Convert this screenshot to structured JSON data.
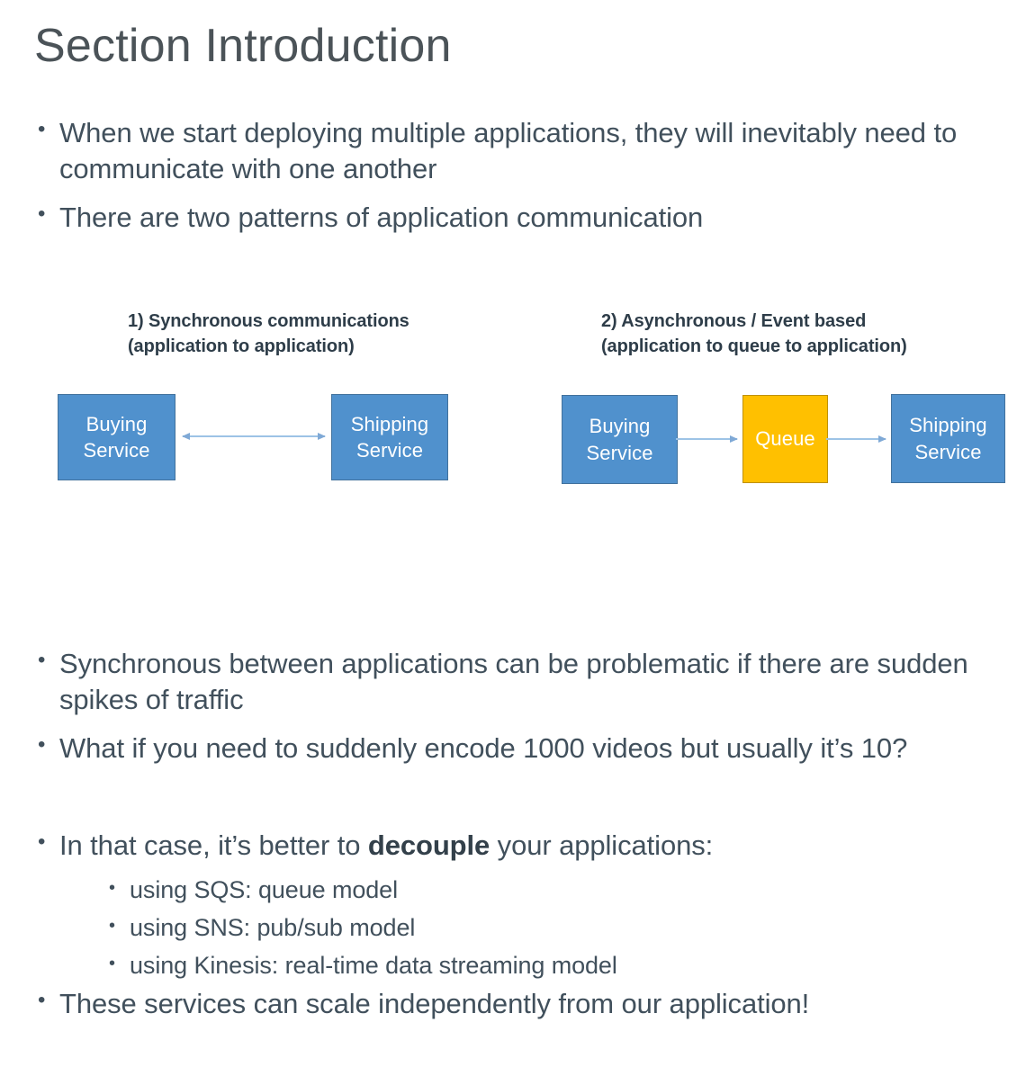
{
  "slide": {
    "title": "Section Introduction"
  },
  "top_bullets": [
    "When we start deploying multiple applications, they will inevitably need to communicate with one another",
    "There are two patterns of application communication"
  ],
  "diagram": {
    "colors": {
      "service_fill": "#5091CD",
      "service_border": "#41719C",
      "queue_fill": "#FFC000",
      "queue_border": "#BF9000",
      "connector": "#9DC3E6",
      "node_text": "#FFFFFF",
      "heading_text": "#2E3D49"
    },
    "panels": [
      {
        "heading_line1": "1) Synchronous communications",
        "heading_line2": "(application to application)",
        "nodes": [
          {
            "label_line1": "Buying",
            "label_line2": "Service",
            "kind": "service"
          },
          {
            "label_line1": "Shipping",
            "label_line2": "Service",
            "kind": "service"
          }
        ],
        "connectors": [
          {
            "from": "Buying Service",
            "to": "Shipping Service",
            "direction": "bidirectional"
          }
        ]
      },
      {
        "heading_line1": "2) Asynchronous / Event based",
        "heading_line2": "(application to queue to application)",
        "nodes": [
          {
            "label_line1": "Buying",
            "label_line2": "Service",
            "kind": "service"
          },
          {
            "label_line1": "Queue",
            "label_line2": "",
            "kind": "queue"
          },
          {
            "label_line1": "Shipping",
            "label_line2": "Service",
            "kind": "service"
          }
        ],
        "connectors": [
          {
            "from": "Buying Service",
            "to": "Queue",
            "direction": "forward"
          },
          {
            "from": "Queue",
            "to": "Shipping Service",
            "direction": "forward"
          }
        ]
      }
    ]
  },
  "mid_bullets": [
    "Synchronous between applications can be problematic if there are sudden spikes of traffic",
    "What if you need to suddenly encode 1000 videos but usually it’s 10?"
  ],
  "decouple_bullet": {
    "text_before": "In that case, it’s better to ",
    "emphasis": "decouple",
    "text_after": " your applications:",
    "sub_bullets": [
      "using SQS: queue model",
      "using SNS: pub/sub model",
      "using Kinesis: real-time data streaming model"
    ]
  },
  "last_bullet": "These services can scale independently from our application!"
}
